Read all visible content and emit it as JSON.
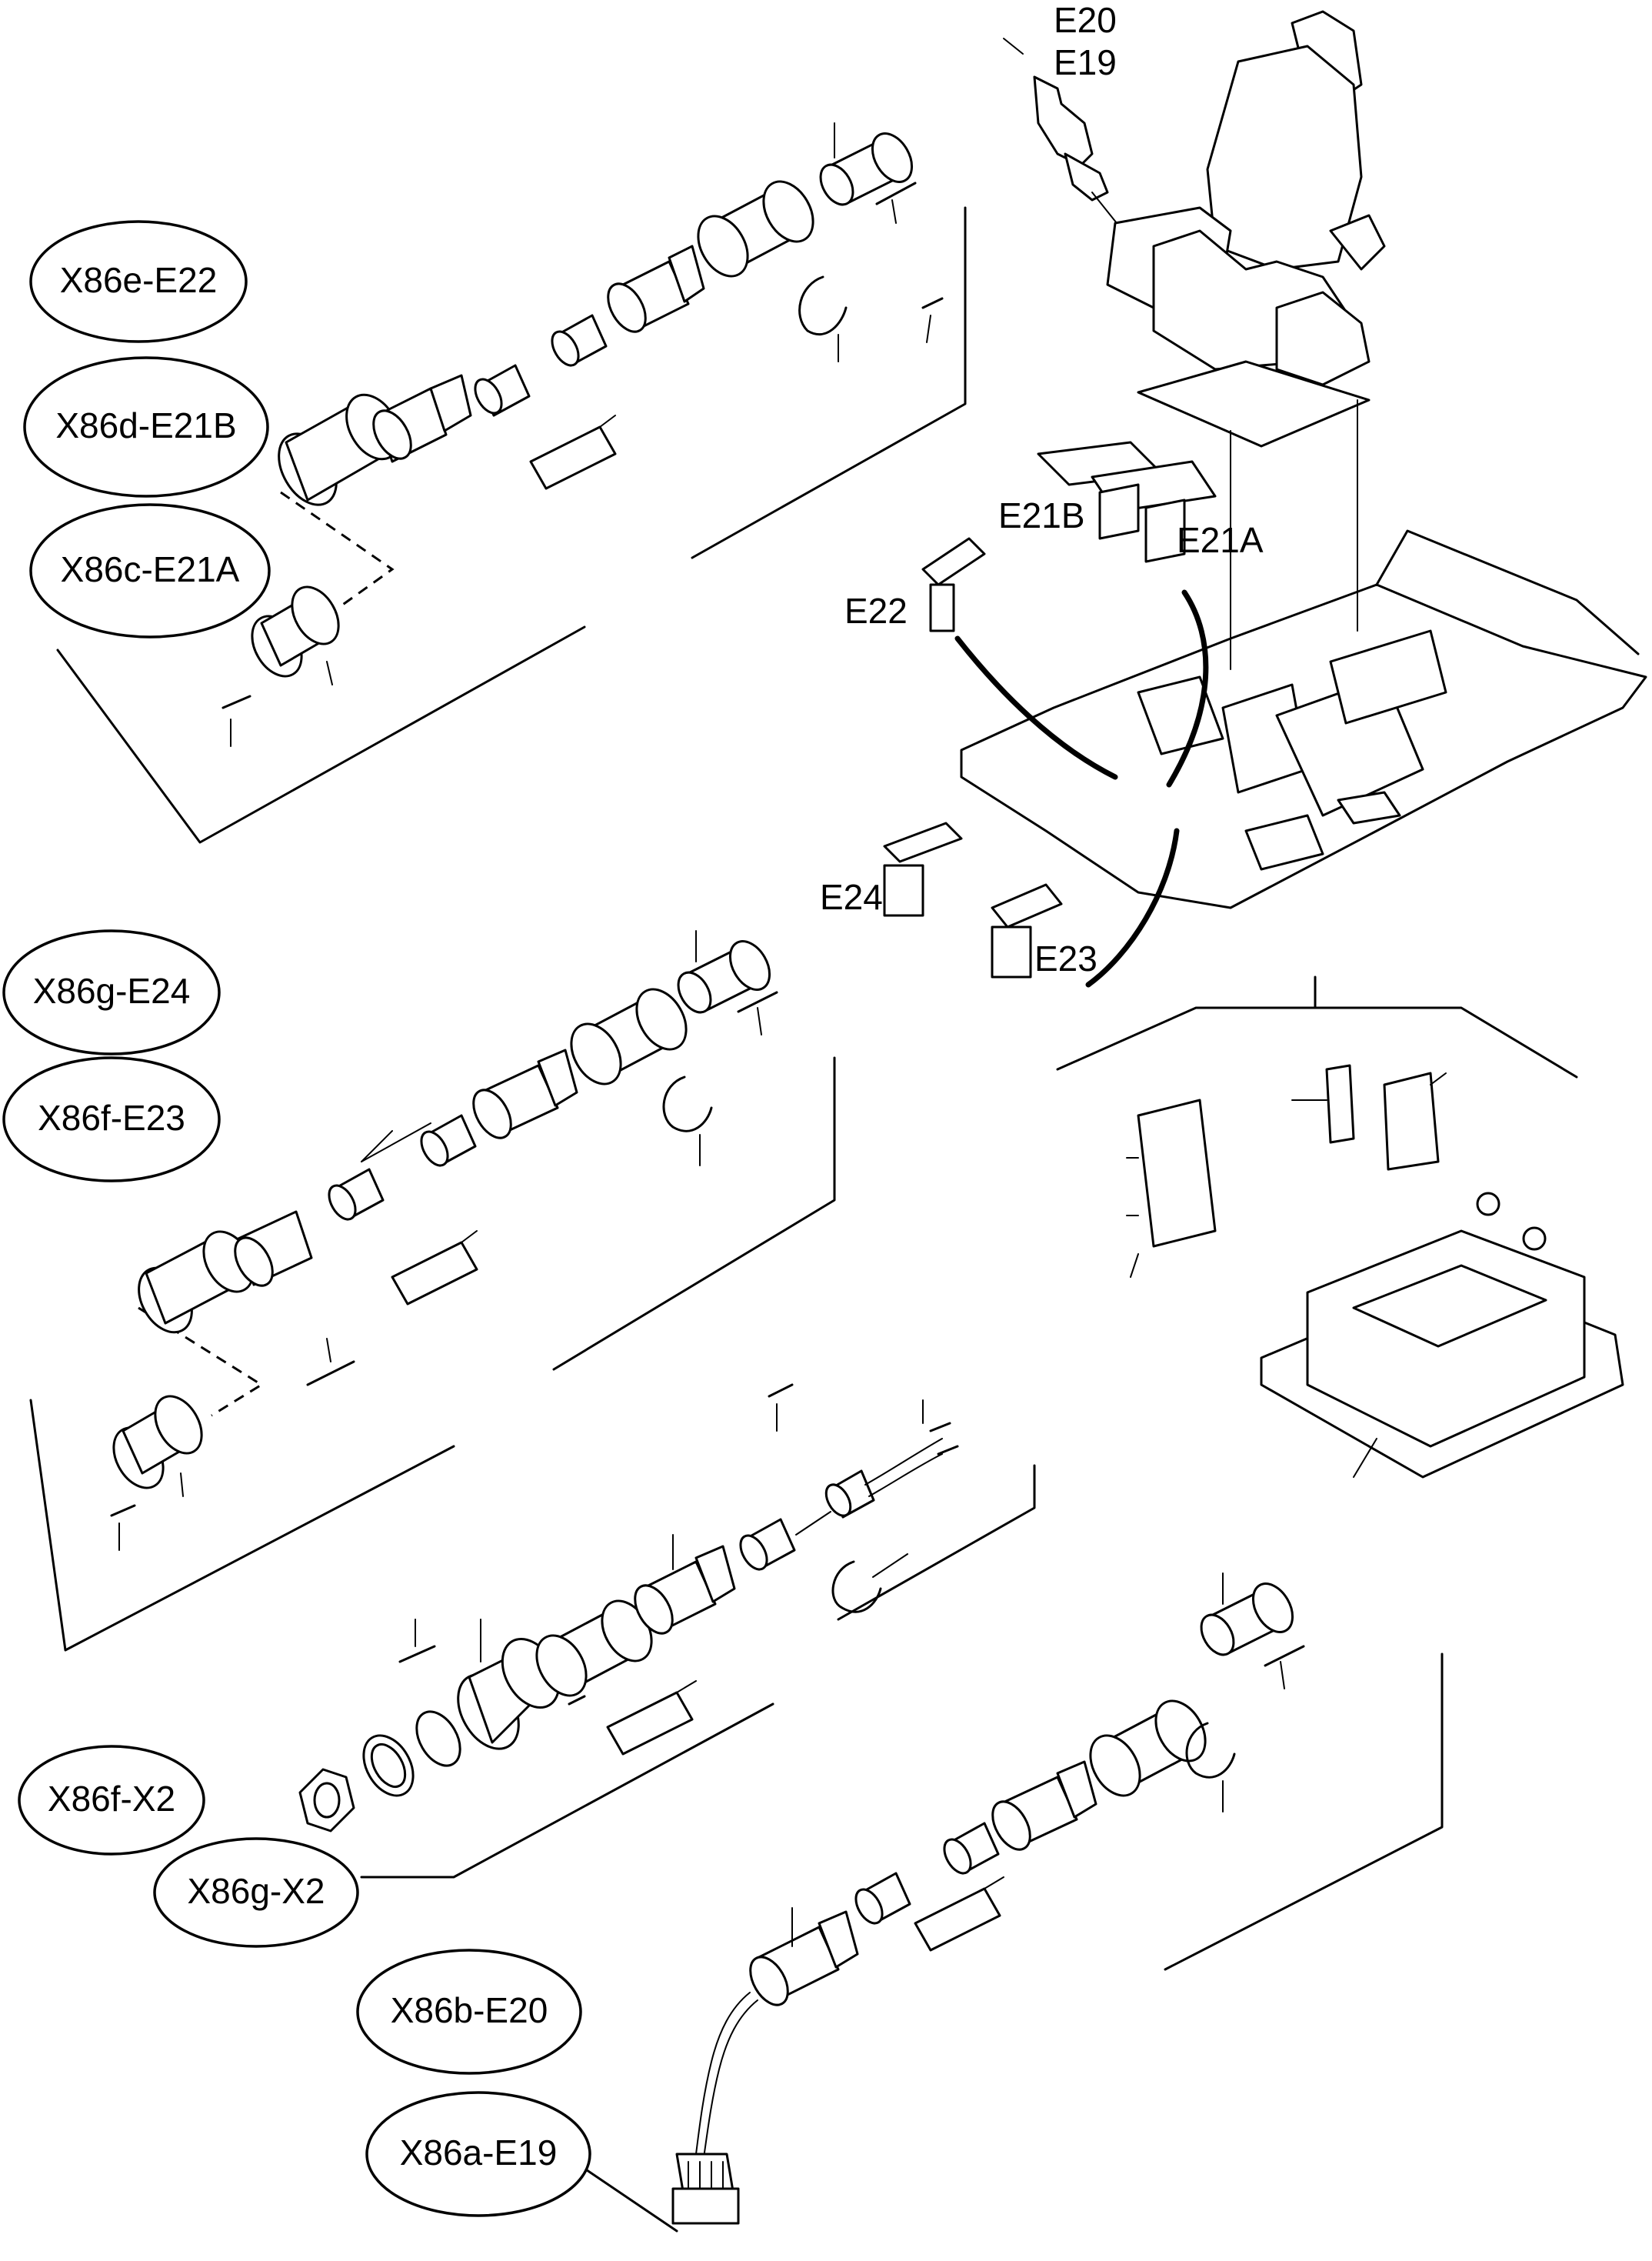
{
  "callouts": {
    "x86e_e22": "X86e-E22",
    "x86d_e21b": "X86d-E21B",
    "x86c_e21a": "X86c-E21A",
    "x86g_e24": "X86g-E24",
    "x86f_e23": "X86f-E23",
    "x86f_x2": "X86f-X2",
    "x86g_x2": "X86g-X2",
    "x86b_e20": "X86b-E20",
    "x86a_e19": "X86a-E19"
  },
  "labels": {
    "e20": "E20",
    "e19": "E19",
    "e21b": "E21B",
    "e21a": "E21A",
    "e22": "E22",
    "e24": "E24",
    "e23": "E23"
  }
}
